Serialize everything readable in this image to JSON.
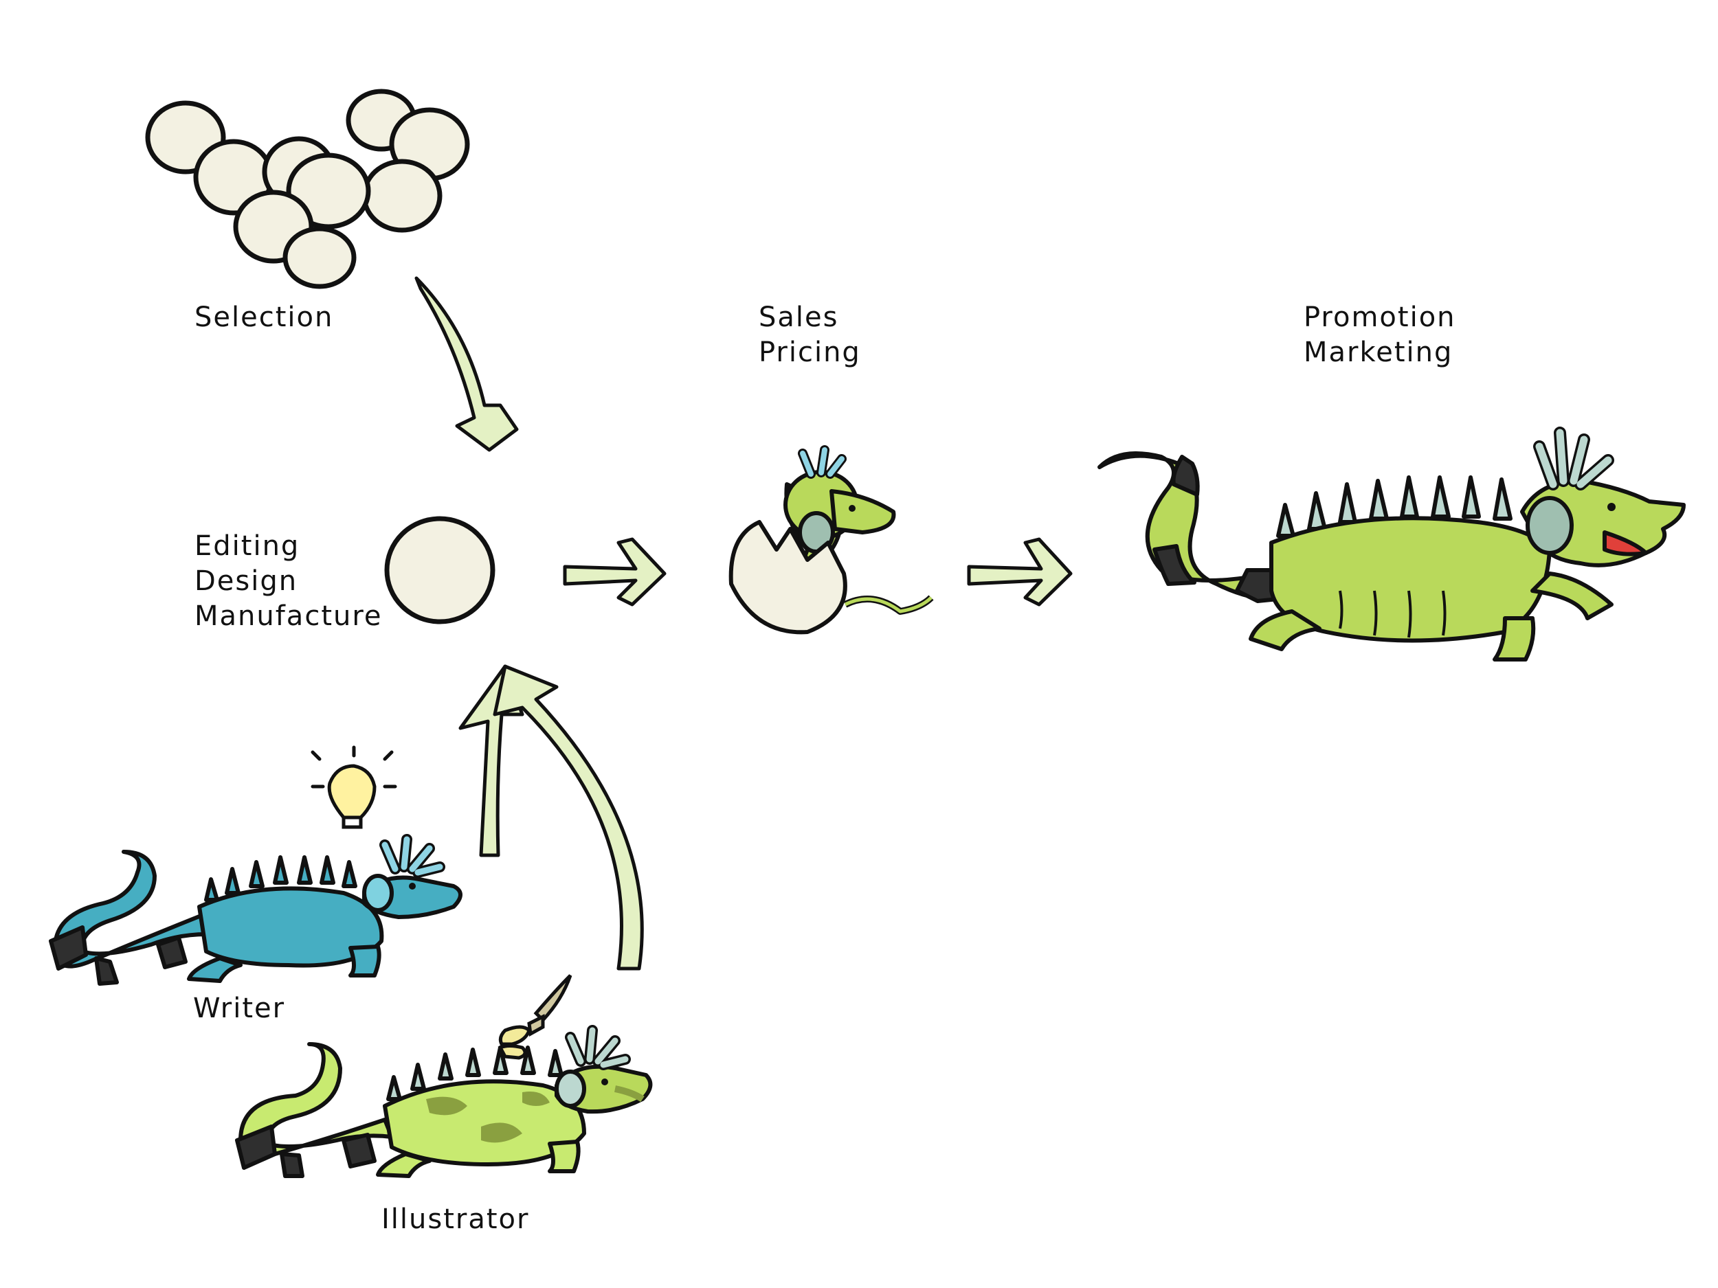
{
  "stages": {
    "selection": {
      "lines": [
        "Selection"
      ]
    },
    "editing": {
      "lines": [
        "Editing",
        "Design",
        "Manufacture"
      ]
    },
    "sales": {
      "lines": [
        "Sales",
        "Pricing"
      ]
    },
    "promotion": {
      "lines": [
        "Promotion",
        "Marketing"
      ]
    }
  },
  "contributors": {
    "writer": {
      "label": "Writer"
    },
    "illustrator": {
      "label": "Illustrator"
    }
  },
  "colors": {
    "egg": "#f3f1e2",
    "arrow": "#e4f1c4",
    "iguana_green": "#b9d95b",
    "iguana_blue": "#46aec2",
    "camo_light": "#c8ea70",
    "camo_dark": "#8aa040",
    "tail_band": "#2f2f2f",
    "ear_disc": "#9fbfb0",
    "spike": "#bcd8d0",
    "crest": "#8fd4e4",
    "bulb": "#fff2a0",
    "outline": "#111111"
  },
  "icons": [
    "egg-cluster-icon",
    "egg-icon",
    "hatchling-icon",
    "adult-iguana-icon",
    "writer-iguana-icon",
    "illustrator-iguana-icon",
    "lightbulb-icon",
    "paintbrush-icon",
    "arrow-icon"
  ]
}
